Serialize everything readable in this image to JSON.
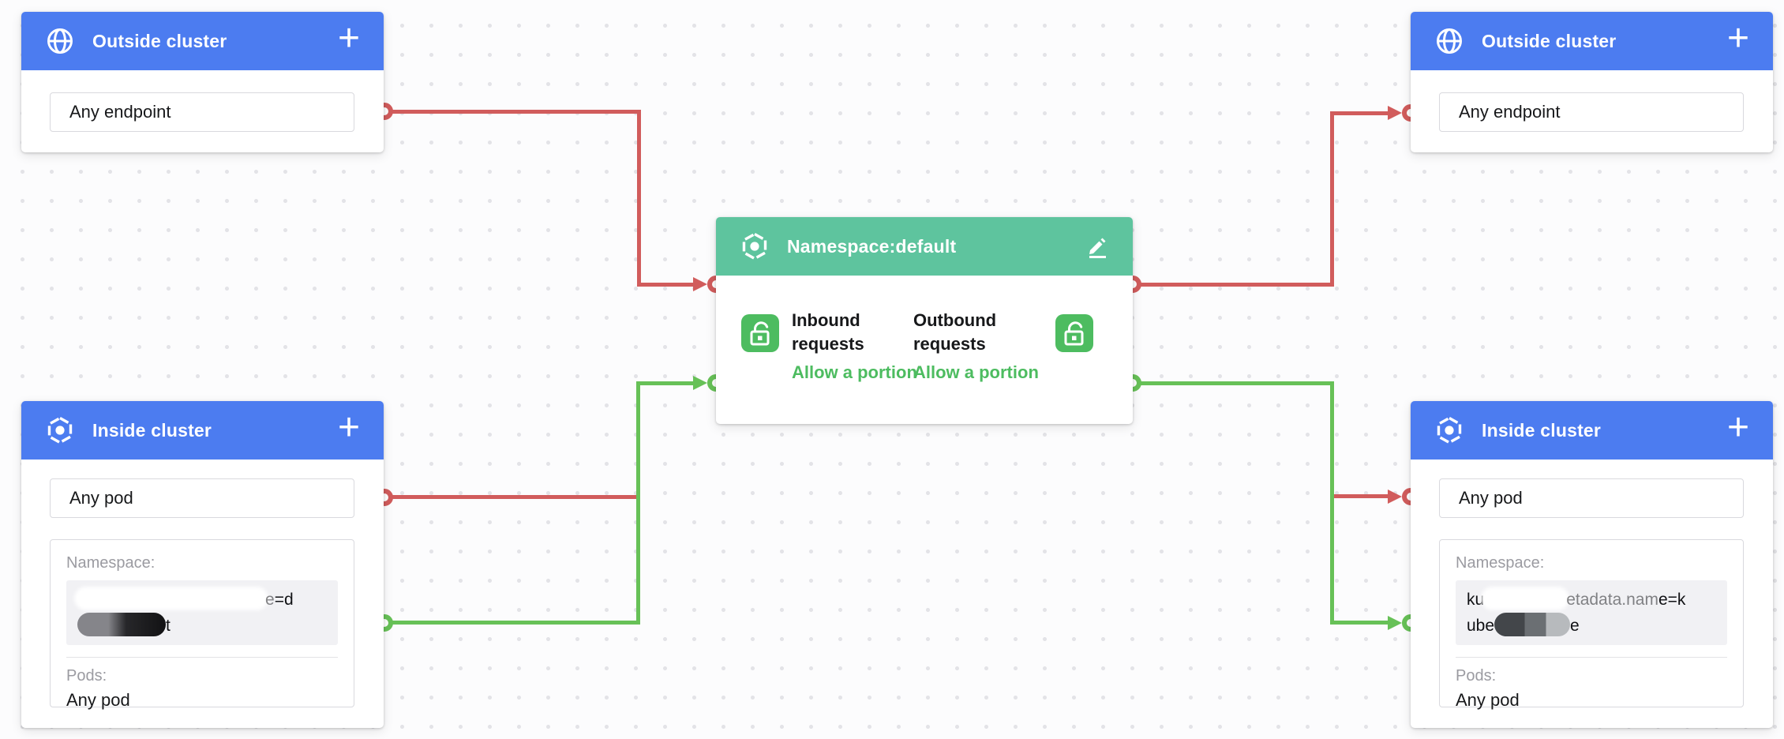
{
  "colors": {
    "header_blue": "#4c7cf0",
    "header_green": "#5ec49e",
    "accent_green": "#4dbc60",
    "line_red": "#d15c5c",
    "line_green": "#67c157",
    "grid_dot": "#e3e3e7"
  },
  "ui": {
    "plus": "+"
  },
  "cards": {
    "outside_left": {
      "title": "Outside cluster",
      "endpoint": "Any endpoint"
    },
    "outside_right": {
      "title": "Outside cluster",
      "endpoint": "Any endpoint"
    },
    "center": {
      "title": "Namespace:default",
      "inbound_label": "Inbound requests",
      "inbound_allow": "Allow a portion",
      "outbound_label": "Outbound requests",
      "outbound_allow": "Allow a portion"
    },
    "inside_left": {
      "title": "Inside cluster",
      "pod": "Any pod",
      "namespace_label": "Namespace:",
      "ns_line1_ghost": "e",
      "ns_line1_tail": "=d",
      "ns_line2_tail": "t",
      "pods_label": "Pods:",
      "pods_value": "Any pod"
    },
    "inside_right": {
      "title": "Inside cluster",
      "pod": "Any pod",
      "namespace_label": "Namespace:",
      "ns_line1_head": "ku",
      "ns_line1_ghost": "etadata.nam",
      "ns_line1_tail": "e=k",
      "ns_line2_head": "ube",
      "ns_line2_tail": "e",
      "pods_label": "Pods:",
      "pods_value": "Any pod"
    }
  }
}
